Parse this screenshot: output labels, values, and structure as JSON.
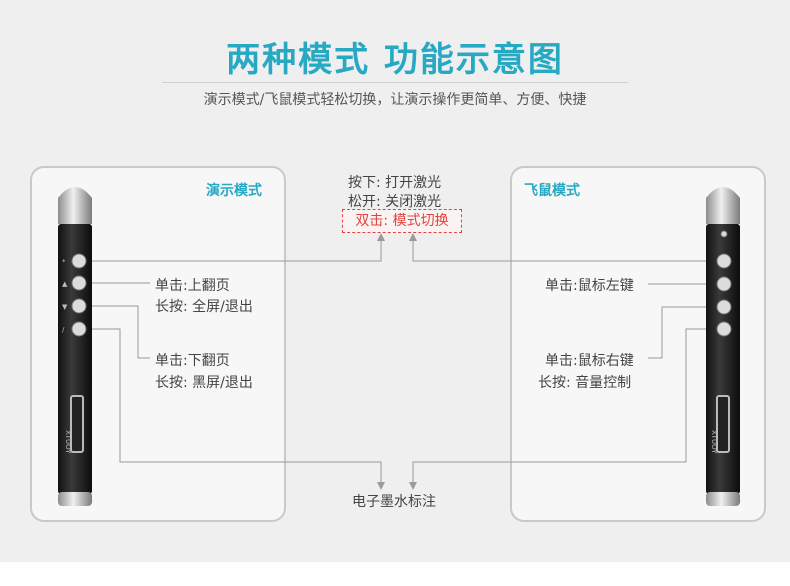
{
  "header": {
    "title": "两种模式  功能示意图",
    "subtitle": "演示模式/飞鼠模式轻松切换，让演示操作更简单、方便、快捷"
  },
  "colors": {
    "accent": "#27a9c4",
    "danger": "#e0443c",
    "line": "#9a9a9a"
  },
  "left_panel": {
    "title": "演示模式",
    "label1_line1": "单击:上翻页",
    "label1_line2": "长按: 全屏/退出",
    "label2_line1": "单击:下翻页",
    "label2_line2": "长按: 黑屏/退出"
  },
  "right_panel": {
    "title": "飞鼠模式",
    "label1": "单击:鼠标左键",
    "label2_line1": "单击:鼠标右键",
    "label2_line2": "长按: 音量控制"
  },
  "center": {
    "press": "按下: 打开激光",
    "release": "松开: 关闭激光",
    "double": "双击: 模式切换",
    "ink": "电子墨水标注"
  },
  "pen": {
    "brand": "XTUOY",
    "button_icons": [
      "laser-icon",
      "up-arrow-icon",
      "down-arrow-icon",
      "pen-icon"
    ]
  }
}
